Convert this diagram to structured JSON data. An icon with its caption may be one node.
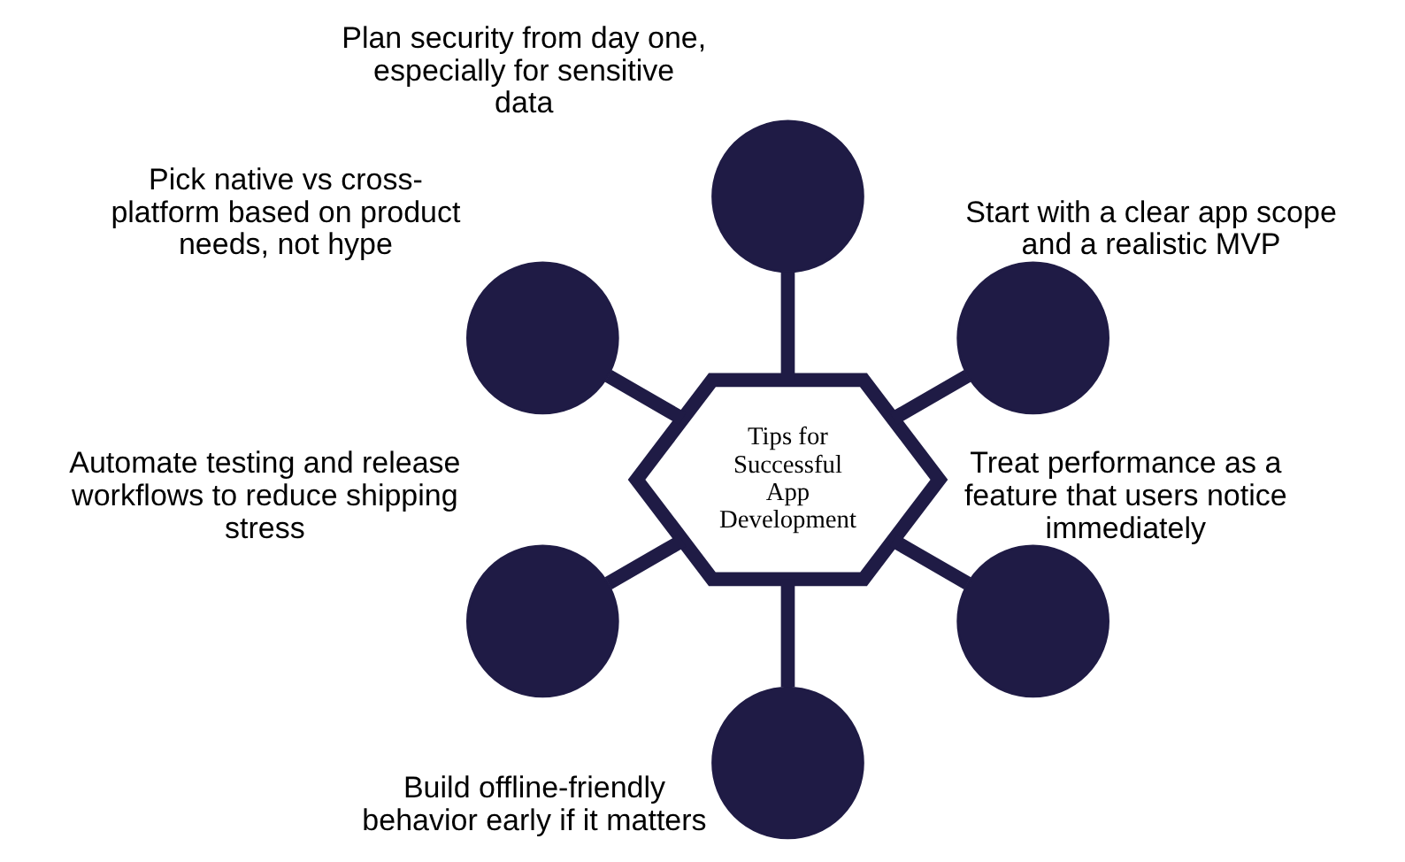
{
  "diagram": {
    "nodes": [
      {
        "text": [
          "Tips for Successful App Development"
        ]
      },
      {
        "text": [],
        "shape": "circle",
        "beside": [
          "Start with a clear app scope and a realistic MVP"
        ]
      },
      {
        "text": [],
        "shape": "circle",
        "beside": [
          "Plan security from day one, especially for sensitive data"
        ]
      },
      {
        "text": [],
        "shape": "circle",
        "beside": [
          "Pick native vs cross-platform based on product needs, not hype"
        ]
      },
      {
        "text": [],
        "shape": "circle",
        "beside": [
          "Automate testing and release workflows to reduce shipping stress"
        ]
      },
      {
        "text": [],
        "shape": "circle",
        "beside": [
          "Build offline-friendly behavior early if it matters"
        ]
      },
      {
        "text": [],
        "shape": "circle",
        "beside": [
          "Treat performance as a feature that users notice immediately"
        ]
      }
    ],
    "edges": [
      {
        "from": 0,
        "to": 1,
        "arrow": "none"
      },
      {
        "from": 0,
        "to": 2,
        "arrow": "none"
      },
      {
        "from": 0,
        "to": 3,
        "arrow": "none"
      },
      {
        "from": 0,
        "to": 4,
        "arrow": "none"
      },
      {
        "from": 0,
        "to": 5,
        "arrow": "none"
      },
      {
        "from": 0,
        "to": 6,
        "arrow": "none"
      }
    ]
  }
}
